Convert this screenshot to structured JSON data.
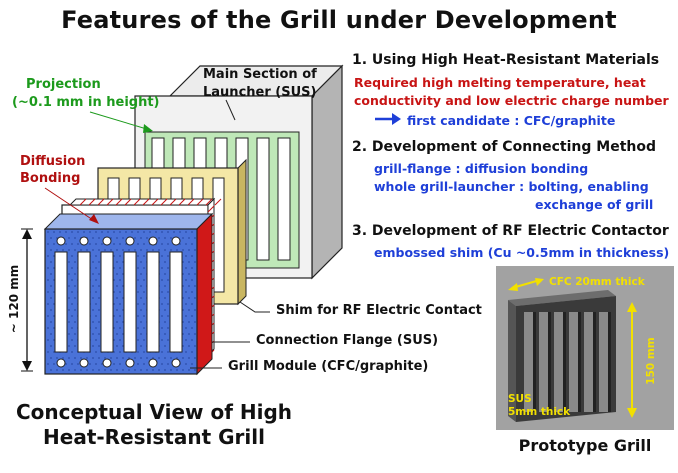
{
  "title": "Features of the Grill under Development",
  "features": [
    {
      "heading": "1. Using High  Heat-Resistant Materials",
      "desc_lines": [
        "Required high melting temperature, heat",
        "conductivity and low electric charge number"
      ],
      "arrow_text": "first candidate : CFC/graphite"
    },
    {
      "heading": "2. Development of Connecting Method",
      "lines": [
        "grill-flange : diffusion bonding",
        "whole grill-launcher : bolting, enabling",
        "exchange of grill"
      ]
    },
    {
      "heading": "3. Development of RF Electric Contactor",
      "lines": [
        "embossed shim (Cu ~0.5mm in thickness)"
      ]
    }
  ],
  "diagram": {
    "projection": [
      "Projection",
      "(~0.1 mm in height)"
    ],
    "diffusion": [
      "Diffusion",
      "Bonding"
    ],
    "main_section": [
      "Main Section of",
      "Launcher (SUS)"
    ],
    "shim": "Shim for RF Electric Contact",
    "flange": "Connection Flange (SUS)",
    "module": "Grill Module (CFC/graphite)",
    "height": "~ 120 mm",
    "caption": [
      "Conceptual View of High",
      "Heat-Resistant Grill"
    ],
    "colors": {
      "module": "#4a72d8",
      "shim": "#f4e7a6",
      "main": "#bfe8b8",
      "red": "#d01818"
    }
  },
  "prototype": {
    "cfc": "CFC 20mm thick",
    "height": "150 mm",
    "sus": [
      "SUS",
      "5mm thick"
    ],
    "caption": "Prototype Grill"
  }
}
